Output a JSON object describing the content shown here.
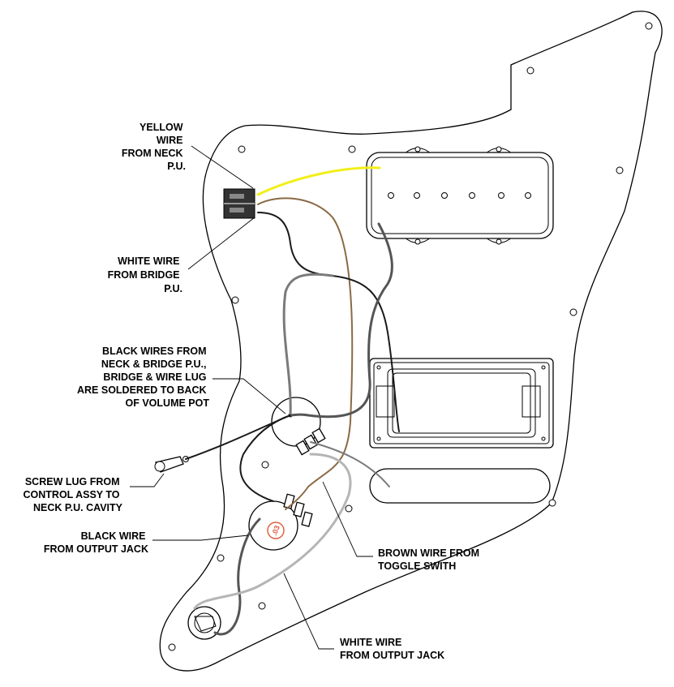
{
  "labels": {
    "yellow_wire": [
      "YELLOW",
      "WIRE",
      "FROM NECK",
      "P.U."
    ],
    "white_wire_bridge": [
      "WHITE WIRE",
      "FROM BRIDGE",
      "P.U."
    ],
    "black_wires": [
      "BLACK WIRES FROM",
      "NECK & BRIDGE P.U.,",
      "BRIDGE & WIRE LUG",
      "ARE SOLDERED TO BACK",
      "OF VOLUME POT"
    ],
    "screw_lug": [
      "SCREW LUG FROM",
      "CONTROL ASSY TO",
      "NECK P.U. CAVITY"
    ],
    "black_wire_jack": [
      "BLACK WIRE",
      "FROM OUTPUT JACK"
    ],
    "brown_wire": [
      "BROWN WIRE FROM",
      "TOGGLE SWITH"
    ],
    "white_wire_jack": [
      "WHITE WIRE",
      "FROM OUTPUT JACK"
    ]
  },
  "capacitor_value": ".03",
  "wire_colors": {
    "yellow": "#f2ef1a",
    "brown": "#8b6a45",
    "black": "#1a1a1a",
    "dark_gray": "#555555",
    "gray": "#7a7a7a",
    "light_gray": "#b5b5b5"
  }
}
